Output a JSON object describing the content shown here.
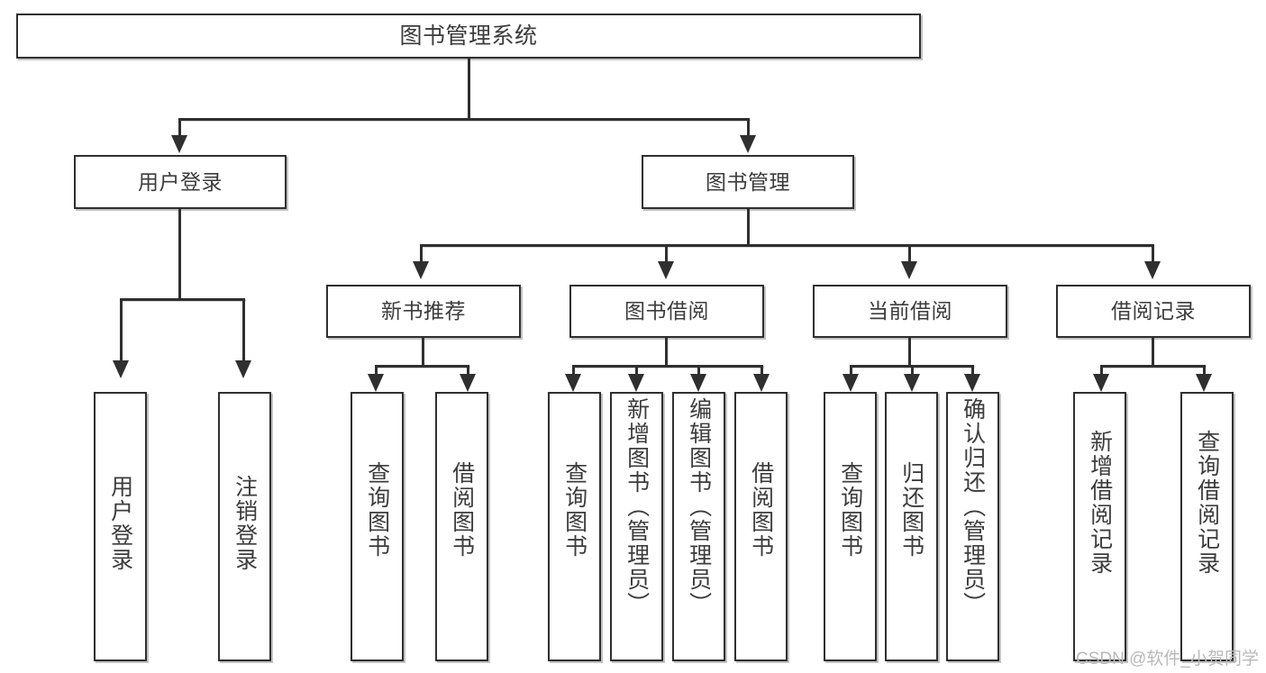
{
  "diagram": {
    "title": "图书管理系统",
    "type": "tree-hierarchy",
    "root": {
      "label": "图书管理系统"
    },
    "level2": [
      {
        "label": "用户登录"
      },
      {
        "label": "图书管理"
      }
    ],
    "level3": [
      {
        "label": "新书推荐"
      },
      {
        "label": "图书借阅"
      },
      {
        "label": "当前借阅"
      },
      {
        "label": "借阅记录"
      }
    ],
    "leaves": {
      "user_login": [
        {
          "label": "用户登录"
        },
        {
          "label": "注销登录"
        }
      ],
      "new_book_recommend": [
        {
          "label": "查询图书"
        },
        {
          "label": "借阅图书"
        }
      ],
      "book_borrow": [
        {
          "label": "查询图书"
        },
        {
          "label": "新增图书（管理员）"
        },
        {
          "label": "编辑图书（管理员）"
        },
        {
          "label": "借阅图书"
        }
      ],
      "current_borrow": [
        {
          "label": "查询图书"
        },
        {
          "label": "归还图书"
        },
        {
          "label": "确认归还（管理员）"
        }
      ],
      "borrow_record": [
        {
          "label": "新增借阅记录"
        },
        {
          "label": "查询借阅记录"
        }
      ]
    }
  },
  "watermark": {
    "text": "CSDN @软件_小贺同学"
  },
  "colors": {
    "border": "#2f2f2f",
    "text": "#3c3c3c",
    "background": "#ffffff",
    "watermark": "#b9b9b9"
  }
}
